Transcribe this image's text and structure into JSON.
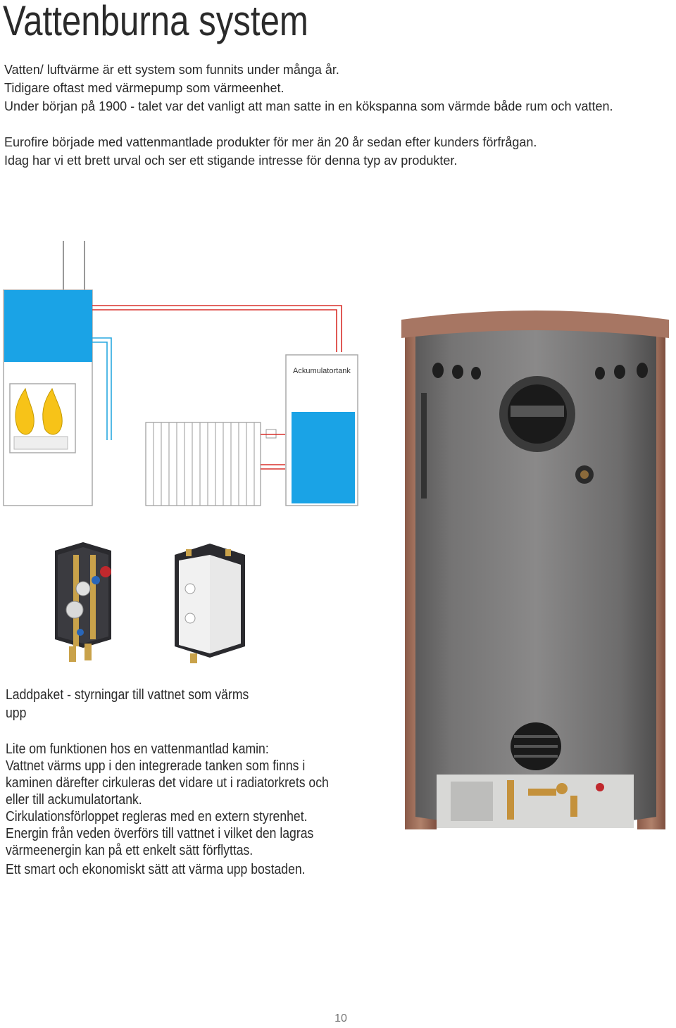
{
  "page_title": "Vattenburna system",
  "intro": {
    "p1": [
      "Vatten/ luftvärme är ett system som funnits under många år.",
      "Tidigare oftast med värmepump som värmeenhet.",
      "Under början på 1900 - talet var det vanligt att man satte in en kökspanna som värmde både rum och vatten."
    ],
    "p2": [
      "Eurofire började med vattenmantlade produkter för mer än 20 år sedan efter kunders förfrågan.",
      "Idag har vi ett brett urval och ser ett stigande intresse för denna typ av produkter."
    ]
  },
  "diagram": {
    "tank_label": "Ackumulatortank",
    "colors": {
      "water": "#1aa3e6",
      "hot_pipe": "#d9312b",
      "cold_pipe": "#29a8e0",
      "flame": "#f7c318"
    }
  },
  "caption": [
    "Laddpaket - styrningar till vattnet som värms",
    "upp"
  ],
  "description": [
    "Lite om funktionen hos en vattenmantlad kamin:",
    "Vattnet värms upp i den integrerade tanken som finns i",
    "kaminen därefter cirkuleras det vidare ut i radiatorkrets och",
    "eller till ackumulatortank.",
    "Cirkulationsförloppet regleras med en extern styrenhet.",
    "Energin från veden överförs till vattnet i vilket den lagras",
    "värmeenergin kan på ett enkelt sätt förflyttas."
  ],
  "closing": "Ett smart och ekonomiskt sätt att värma upp bostaden.",
  "page_number": "10"
}
